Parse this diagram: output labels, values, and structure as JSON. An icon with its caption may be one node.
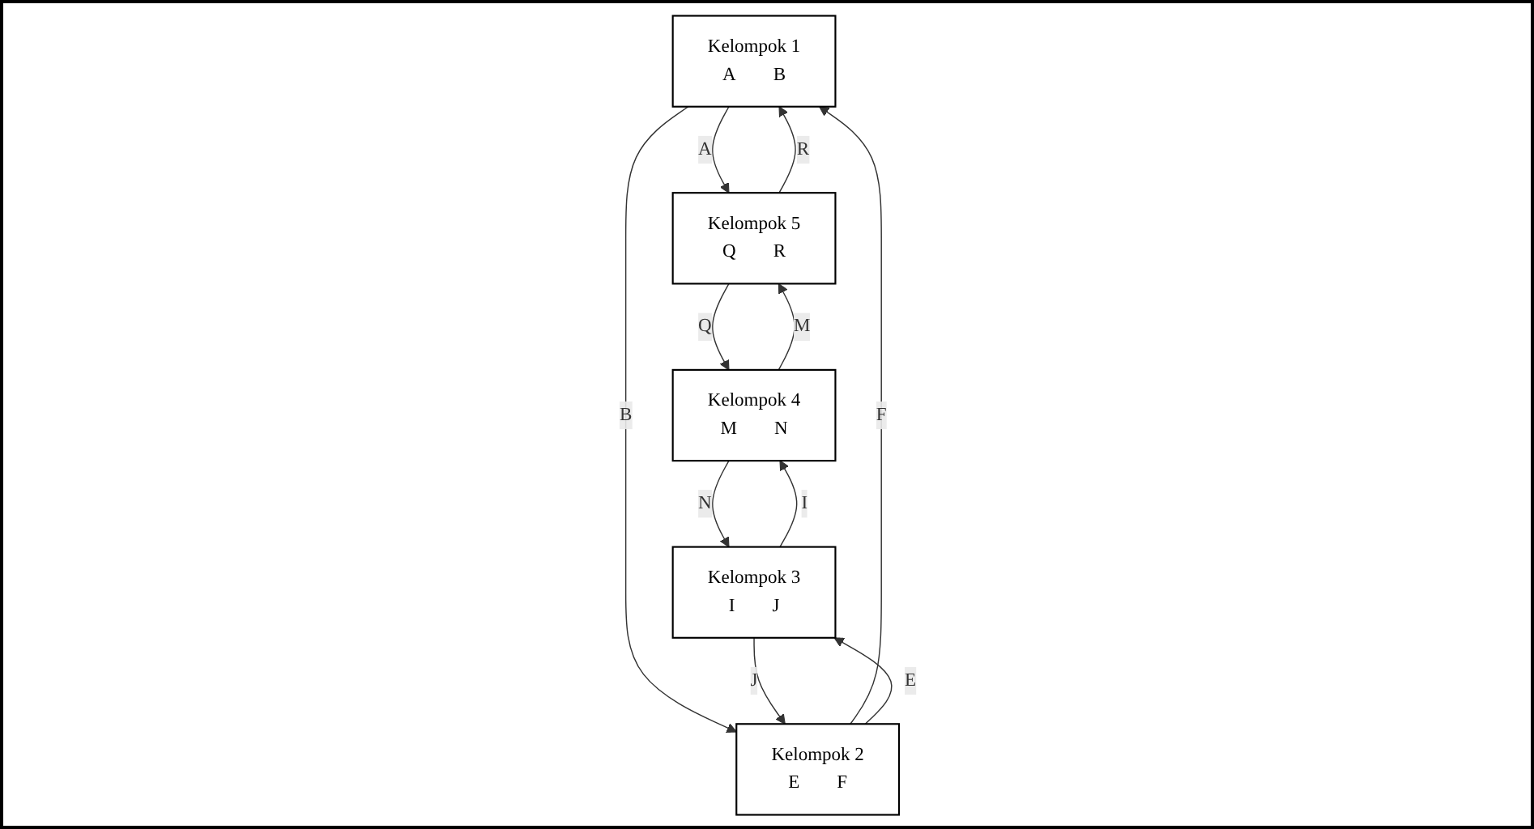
{
  "diagram": {
    "nodes": [
      {
        "text": [
          "Kelompok 1",
          "A",
          "B"
        ]
      },
      {
        "text": [
          "Kelompok 2",
          "E",
          "F"
        ]
      },
      {
        "text": [
          "Kelompok 3",
          "I",
          "J"
        ]
      },
      {
        "text": [
          "Kelompok 4",
          "M",
          "N"
        ]
      },
      {
        "text": [
          "Kelompok 5",
          "Q",
          "R"
        ]
      }
    ],
    "edges": [
      {
        "from": 0,
        "to": 4,
        "arrow": "to",
        "label": "A"
      },
      {
        "from": 4,
        "to": 0,
        "arrow": "to",
        "label": "R"
      },
      {
        "from": 0,
        "to": 1,
        "arrow": "to",
        "label": "B"
      },
      {
        "from": 1,
        "to": 0,
        "arrow": "to",
        "label": "F"
      },
      {
        "from": 1,
        "to": 2,
        "arrow": "to",
        "label": "E"
      },
      {
        "from": 2,
        "to": 1,
        "arrow": "to",
        "label": "J"
      },
      {
        "from": 2,
        "to": 3,
        "arrow": "to",
        "label": "I"
      },
      {
        "from": 3,
        "to": 2,
        "arrow": "to",
        "label": "N"
      },
      {
        "from": 3,
        "to": 4,
        "arrow": "to",
        "label": "M"
      },
      {
        "from": 4,
        "to": 3,
        "arrow": "to",
        "label": "Q"
      }
    ]
  }
}
